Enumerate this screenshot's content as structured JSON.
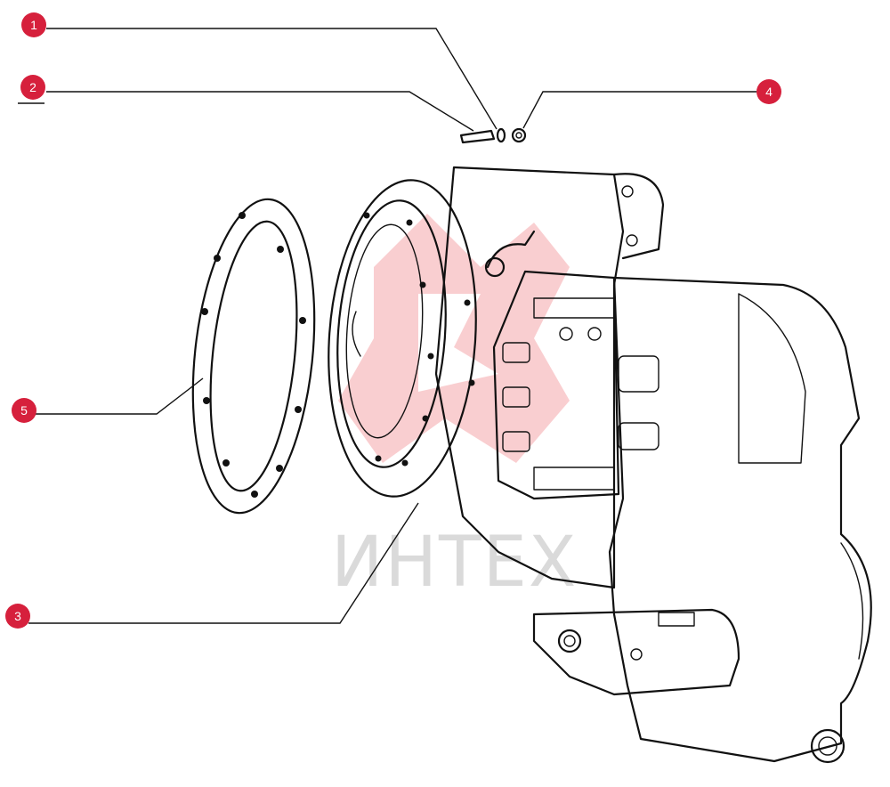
{
  "watermark": {
    "text": "ИНТЕХ",
    "color": "#e8262e"
  },
  "callouts": [
    {
      "id": "1",
      "label": "1"
    },
    {
      "id": "2",
      "label": "2"
    },
    {
      "id": "3",
      "label": "3"
    },
    {
      "id": "4",
      "label": "4"
    },
    {
      "id": "5",
      "label": "5"
    }
  ],
  "colors": {
    "marker": "#d6203c",
    "ink": "#111111"
  }
}
